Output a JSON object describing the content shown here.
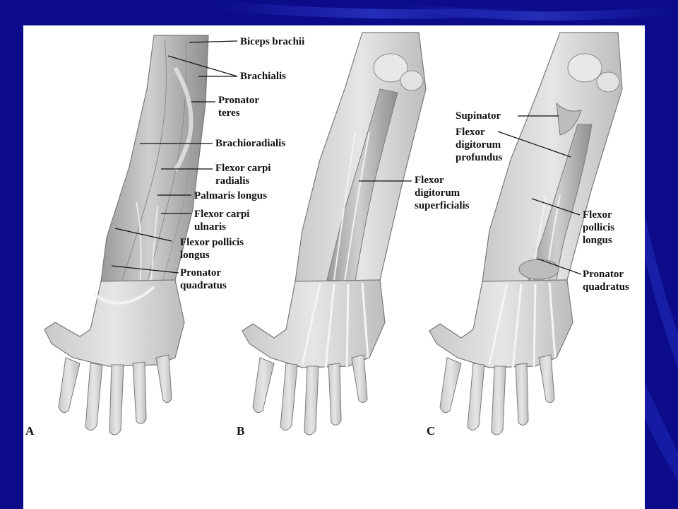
{
  "colors": {
    "slide_background": "#0c0c8a",
    "panel_background": "#ffffff",
    "label_text": "#111111"
  },
  "panels": {
    "a": {
      "letter": "A",
      "labels": {
        "biceps_brachii": "Biceps brachii",
        "brachialis": "Brachialis",
        "pronator_teres_1": "Pronator",
        "pronator_teres_2": "teres",
        "brachioradialis": "Brachioradialis",
        "fcr_1": "Flexor carpi",
        "fcr_2": "radialis",
        "palmaris_longus": "Palmaris longus",
        "fcu_1": "Flexor carpi",
        "fcu_2": "ulnaris",
        "fpl_1": "Flexor pollicis",
        "fpl_2": "longus",
        "pq_1": "Pronator",
        "pq_2": "quadratus"
      }
    },
    "b": {
      "letter": "B",
      "labels": {
        "fds_1": "Flexor",
        "fds_2": "digitorum",
        "fds_3": "superficialis"
      }
    },
    "c": {
      "letter": "C",
      "labels": {
        "supinator": "Supinator",
        "fdp_1": "Flexor",
        "fdp_2": "digitorum",
        "fdp_3": "profundus",
        "fpl_1": "Flexor",
        "fpl_2": "pollicis",
        "fpl_3": "longus",
        "pq_1": "Pronator",
        "pq_2": "quadratus"
      }
    }
  }
}
